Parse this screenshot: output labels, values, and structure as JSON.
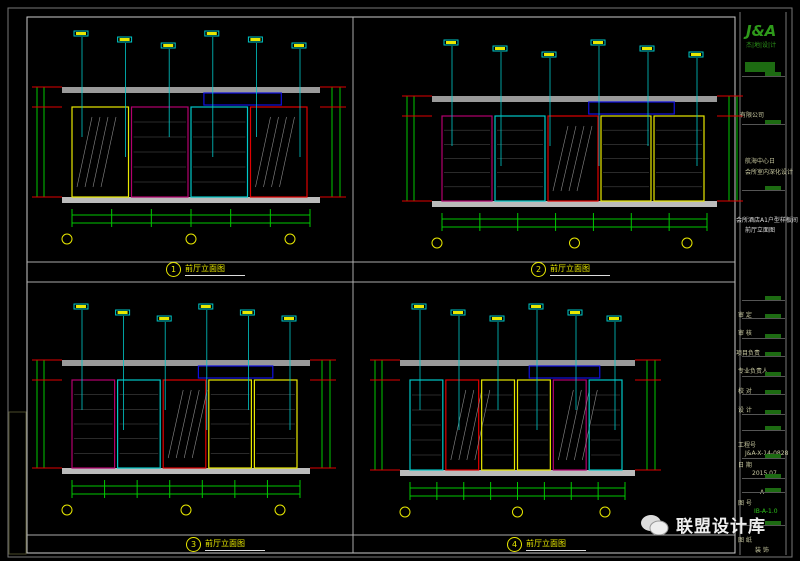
{
  "views": [
    {
      "number": "1",
      "title": "前厅立面图"
    },
    {
      "number": "2",
      "title": "前厅立面图"
    },
    {
      "number": "3",
      "title": "前厅立面图"
    },
    {
      "number": "4",
      "title": "前厅立面图"
    }
  ],
  "title_block": {
    "logo": "J&A",
    "logo_sub": "杰|地|设|计",
    "company": "有限公司",
    "project_line1": "航海中心日",
    "project_line2": "会所室内深化设计",
    "drawing_line1": "会所酒店A1户型样板间",
    "drawing_line2": "前厅立面图",
    "fields": [
      {
        "label": "审 定"
      },
      {
        "label": "审 核"
      },
      {
        "label": "项目负责"
      },
      {
        "label": "专业负责人"
      },
      {
        "label": "校 对"
      },
      {
        "label": "设 计"
      }
    ],
    "project_no_label": "工程号",
    "project_no": "J&A-X-14-0828",
    "date_label": "日 期",
    "date": "2015.07",
    "revision": "A",
    "drawing_no_label": "图 号",
    "drawing_no": "IB-A-1.0",
    "sheet_label": "图 纸",
    "sheet_value": "装 饰"
  },
  "watermark": "联盟设计库",
  "colors": {
    "yellow": "#e8e800",
    "green": "#00c800",
    "cyan": "#00c8c8",
    "red": "#e00000",
    "magenta": "#b4006e",
    "gray": "#9a9a9a",
    "blue": "#1010e0"
  }
}
